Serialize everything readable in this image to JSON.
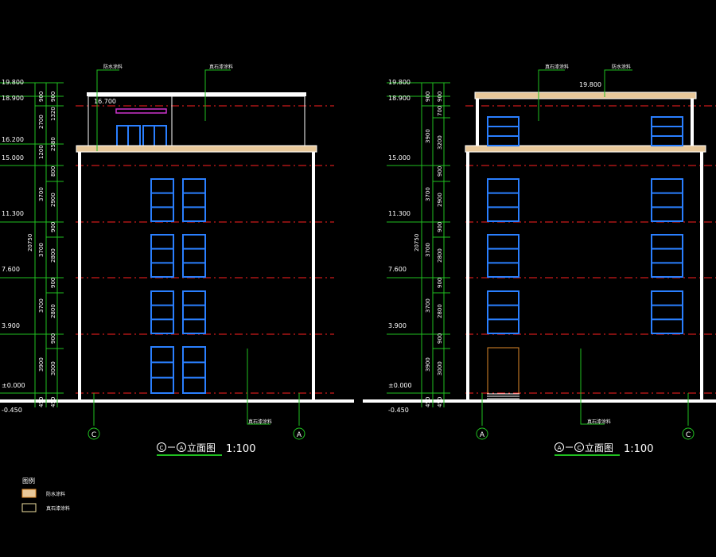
{
  "colors": {
    "background": "#000000",
    "wall": "#ffffff",
    "ground": "#ffffff",
    "level_line": "#ff2020",
    "dim_line": "#20c020",
    "window": "#2a7fff",
    "parapet": "#e8c89a",
    "leader": "#20c020",
    "door_magenta": "#cc33cc",
    "door_orange": "#e08a2a"
  },
  "left": {
    "levels": [
      "19.800",
      "18.900",
      "16.200",
      "15.000",
      "11.300",
      "7.600",
      "3.900",
      "±0.000",
      "-0.450"
    ],
    "total_dim": "20750",
    "mid_dims": [
      "900",
      "2700",
      "1200",
      "3700",
      "3700",
      "3700",
      "3900",
      "450"
    ],
    "inner_dims": [
      "900",
      "1320",
      "2580",
      "800",
      "2900",
      "900",
      "2800",
      "900",
      "2800",
      "900",
      "3000",
      "450"
    ],
    "roof_label": "16.700",
    "top_label_1": "防水涂料",
    "top_label_2": "真石漆涂料",
    "bottom_label": "真石漆涂料",
    "axis_left": "C",
    "axis_right": "A",
    "title_circle_1": "C",
    "title_circle_2": "A",
    "title": "立面图",
    "scale": "1:100"
  },
  "right": {
    "levels": [
      "19.800",
      "18.900",
      "15.000",
      "11.300",
      "7.600",
      "3.900",
      "±0.000",
      "-0.450"
    ],
    "total_dim": "20750",
    "mid_dims": [
      "900",
      "3900",
      "3700",
      "3700",
      "3700",
      "3900",
      "450"
    ],
    "inner_dims": [
      "900",
      "700",
      "3200",
      "900",
      "2900",
      "900",
      "2800",
      "900",
      "2800",
      "900",
      "3000",
      "450"
    ],
    "roof_label": "19.800",
    "top_label_1": "真石漆涂料",
    "top_label_2": "防水涂料",
    "bottom_label": "真石漆涂料",
    "axis_left": "A",
    "axis_right": "C",
    "title_circle_1": "A",
    "title_circle_2": "C",
    "title": "立面图",
    "scale": "1:100"
  },
  "legend": {
    "title": "图例",
    "items": [
      {
        "label": "防水涂料"
      },
      {
        "label": "真石漆涂料"
      }
    ]
  }
}
